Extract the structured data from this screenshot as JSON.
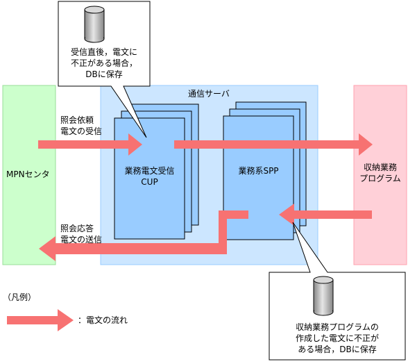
{
  "mpn_center": {
    "label": "MPNセンタ"
  },
  "comm_server": {
    "title": "通信サーバ"
  },
  "cup": {
    "line1": "業務電文受信",
    "line2": "CUP"
  },
  "spp": {
    "label": "業務系SPP"
  },
  "program": {
    "line1": "収納業務",
    "line2": "プログラム"
  },
  "incoming": {
    "line1": "照会依頼",
    "line2": "電文の受信"
  },
  "outgoing": {
    "line1": "照会応答",
    "line2": "電文の送信"
  },
  "callout_top": {
    "line1": "受信直後，電文に",
    "line2": "不正がある場合，",
    "line3": "DBに保存"
  },
  "callout_bottom": {
    "line1": "収納業務プログラムの",
    "line2": "作成した電文に不正が",
    "line3": "ある場合，DBに保存"
  },
  "legend": {
    "title": "（凡例）",
    "arrow_label": "：電文の流れ"
  },
  "colors": {
    "arrow": "#f77272",
    "mpn_fill": "#ccffcc",
    "mpn_border": "#99dd99",
    "server_fill": "#cce6ff",
    "server_border": "#99ccff",
    "process_fill": "#99ccff",
    "program_fill": "#ffd0d8",
    "program_border": "#ff9fae"
  }
}
